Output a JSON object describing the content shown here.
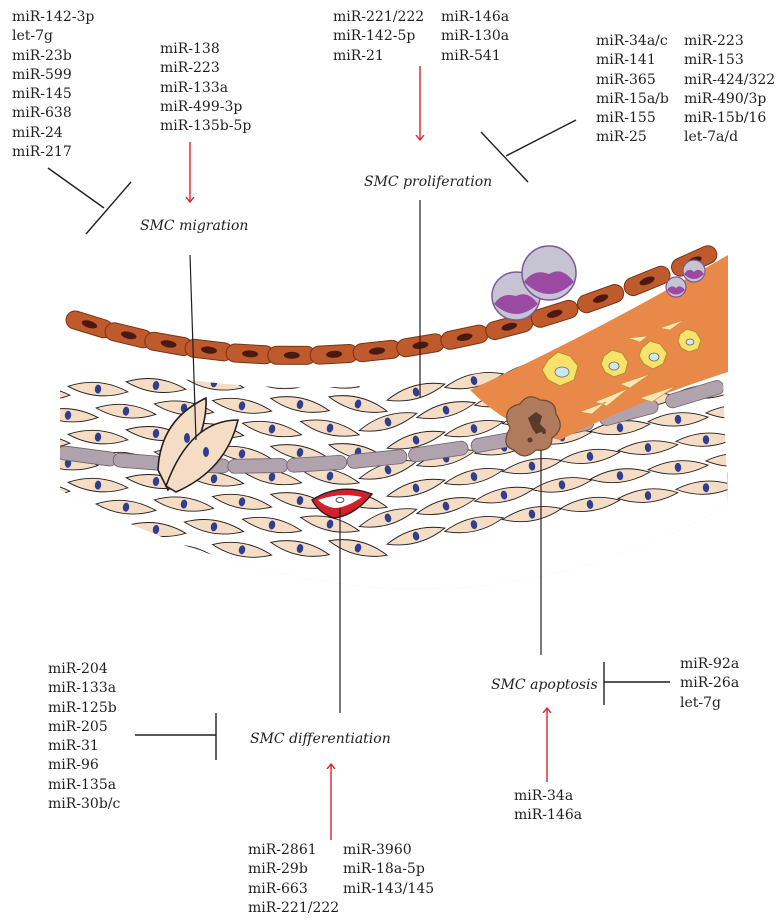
{
  "processes": {
    "migration": "SMC migration",
    "proliferation": "SMC proliferation",
    "differentiation": "SMC differentiation",
    "apoptosis": "SMC apoptosis"
  },
  "migration": {
    "inhibitors": [
      "miR-142-3p",
      "let-7g",
      "miR-23b",
      "miR-599",
      "miR-145",
      "miR-638",
      "miR-24",
      "miR-217"
    ],
    "promoters": [
      "miR-138",
      "miR-223",
      "miR-133a",
      "miR-499-3p",
      "miR-135b-5p"
    ]
  },
  "proliferation": {
    "promoters_col1": [
      "miR-221/222",
      "miR-142-5p",
      "miR-21"
    ],
    "promoters_col2": [
      "miR-146a",
      "miR-130a",
      "miR-541"
    ],
    "inhibitors_col1": [
      "miR-34a/c",
      "miR-141",
      "miR-365",
      "miR-15a/b",
      "miR-155",
      "miR-25"
    ],
    "inhibitors_col2": [
      "miR-223",
      "miR-153",
      "miR-424/322",
      "miR-490/3p",
      "miR-15b/16",
      "let-7a/d"
    ]
  },
  "differentiation": {
    "inhibitors": [
      "miR-204",
      "miR-133a",
      "miR-125b",
      "miR-205",
      "miR-31",
      "miR-96",
      "miR-135a",
      "miR-30b/c"
    ],
    "promoters_col1": [
      "miR-2861",
      "miR-29b",
      "miR-663",
      "miR-221/222"
    ],
    "promoters_col2": [
      "miR-3960",
      "miR-18a-5p",
      "miR-143/145"
    ]
  },
  "apoptosis": {
    "inhibitors": [
      "miR-92a",
      "miR-26a",
      "let-7g"
    ],
    "promoters": [
      "miR-34a",
      "miR-146a"
    ]
  },
  "colors": {
    "promote_arrow": "#d9252b",
    "inhibit_line": "#231f20",
    "endothelial": "#bf5a2c",
    "smc": "#f5dcc4",
    "smc_nucleus": "#2e3f8f",
    "lesion": "#e8894a",
    "adventitia": "#bfd9cc",
    "elastic_lamina": "#b0a3ad"
  }
}
